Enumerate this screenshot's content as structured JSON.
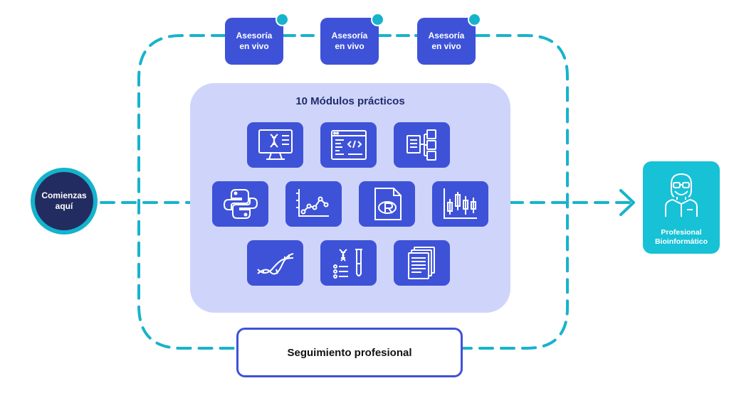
{
  "start": {
    "label": "Comienzas\naquí"
  },
  "advisory": [
    {
      "label": "Asesoría\nen vivo"
    },
    {
      "label": "Asesoría\nen vivo"
    },
    {
      "label": "Asesoría\nen vivo"
    }
  ],
  "modules": {
    "title": "10 Módulos prácticos",
    "icons": [
      "dna-monitor-icon",
      "code-window-icon",
      "document-tree-icon",
      "python-icon",
      "line-chart-icon",
      "r-file-icon",
      "candlestick-chart-icon",
      "dna-strand-icon",
      "lab-test-tube-icon",
      "documents-stack-icon"
    ]
  },
  "goal": {
    "label": "Profesional\nBioinformático",
    "icon": "scientist-icon"
  },
  "follow_up": {
    "label": "Seguimiento profesional"
  },
  "colors": {
    "path": "#17b3cc",
    "module_bg": "#3e52d8",
    "panel_bg": "#cfd5fa",
    "start_bg": "#232c60",
    "goal_bg": "#17c1d6"
  }
}
